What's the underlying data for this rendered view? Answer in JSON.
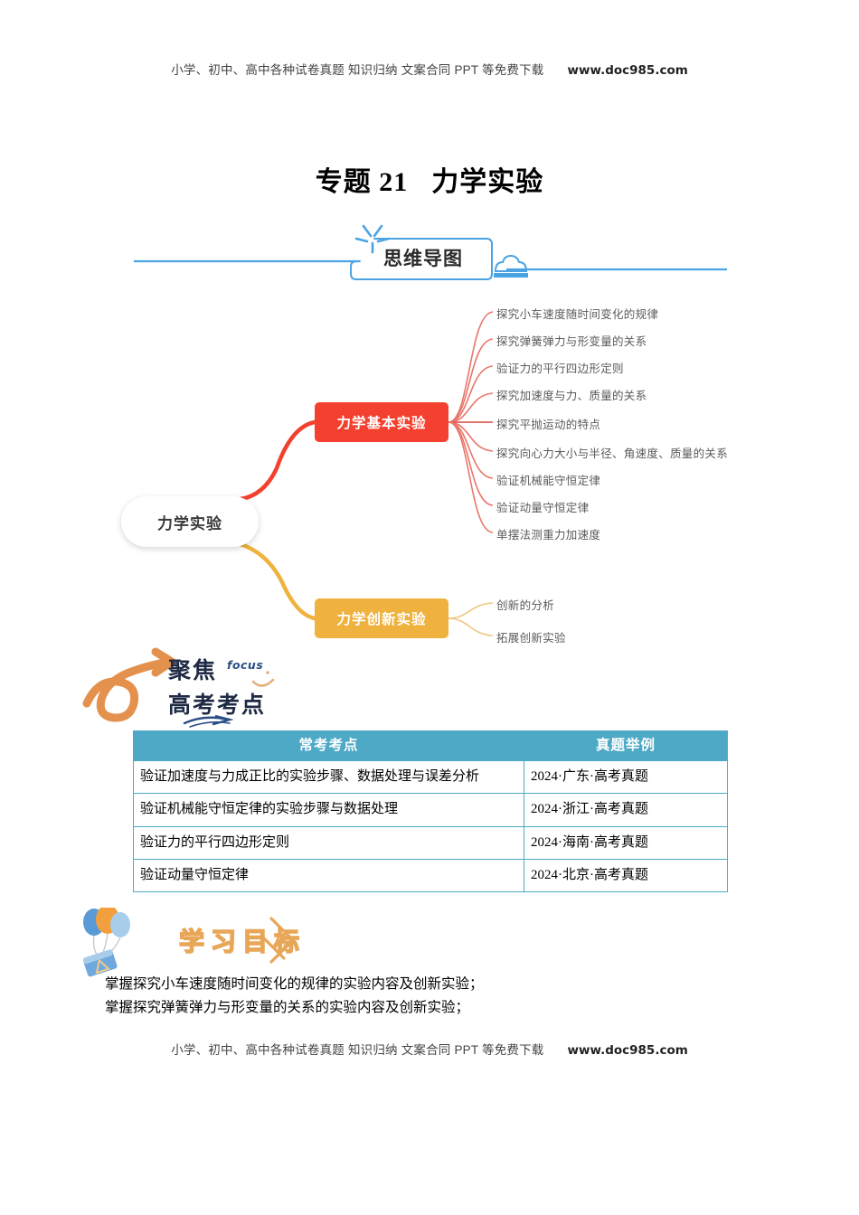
{
  "watermark": {
    "text": "小学、初中、高中各种试卷真题 知识归纳 文案合同 PPT 等免费下载",
    "url": "www.doc985.com"
  },
  "title": {
    "prefix": "专题 21",
    "main": "力学实验"
  },
  "banner": {
    "label": "思维导图",
    "accent_color": "#4BA3E3",
    "sparkle_icon": "sparkle-icon",
    "cloud_icon": "cloud-icon"
  },
  "mindmap": {
    "root": "力学实验",
    "branches": [
      {
        "label": "力学基本实验",
        "color": "#F4402E",
        "leaves": [
          "探究小车速度随时间变化的规律",
          "探究弹簧弹力与形变量的关系",
          "验证力的平行四边形定则",
          "探究加速度与力、质量的关系",
          "探究平抛运动的特点",
          "探究向心力大小与半径、角速度、质量的关系",
          "验证机械能守恒定律",
          "验证动量守恒定律",
          "单摆法测重力加速度"
        ]
      },
      {
        "label": "力学创新实验",
        "color": "#EFB23E",
        "leaves": [
          "创新的分析",
          "拓展创新实验"
        ]
      }
    ]
  },
  "focus_logo": {
    "line1": "聚焦",
    "line2": "高考考点",
    "english": "focus",
    "arrow_icon": "curved-arrow-icon",
    "smile_icon": "smile-icon",
    "underline_icon": "swoosh-icon",
    "arrow_color": "#E4914E",
    "text_color": "#1f2a44"
  },
  "exam_table": {
    "headers": [
      "常考考点",
      "真题举例"
    ],
    "header_color": "#4EA9C6",
    "rows": [
      [
        "验证加速度与力成正比的实验步骤、数据处理与误差分析",
        "2024·广东·高考真题"
      ],
      [
        "验证机械能守恒定律的实验步骤与数据处理",
        "2024·浙江·高考真题"
      ],
      [
        "验证力的平行四边形定则",
        "2024·海南·高考真题"
      ],
      [
        "验证动量守恒定律",
        "2024·北京·高考真题"
      ]
    ]
  },
  "goal_logo": {
    "label": "学习目标",
    "balloon_icon": "balloons-icon",
    "basket_icon": "basket-icon",
    "chevron_icon": "double-chevron-icon",
    "outline_color": "#E8A657"
  },
  "goals": [
    "掌握探究小车速度随时间变化的规律的实验内容及创新实验；",
    "掌握探究弹簧弹力与形变量的关系的实验内容及创新实验；"
  ]
}
